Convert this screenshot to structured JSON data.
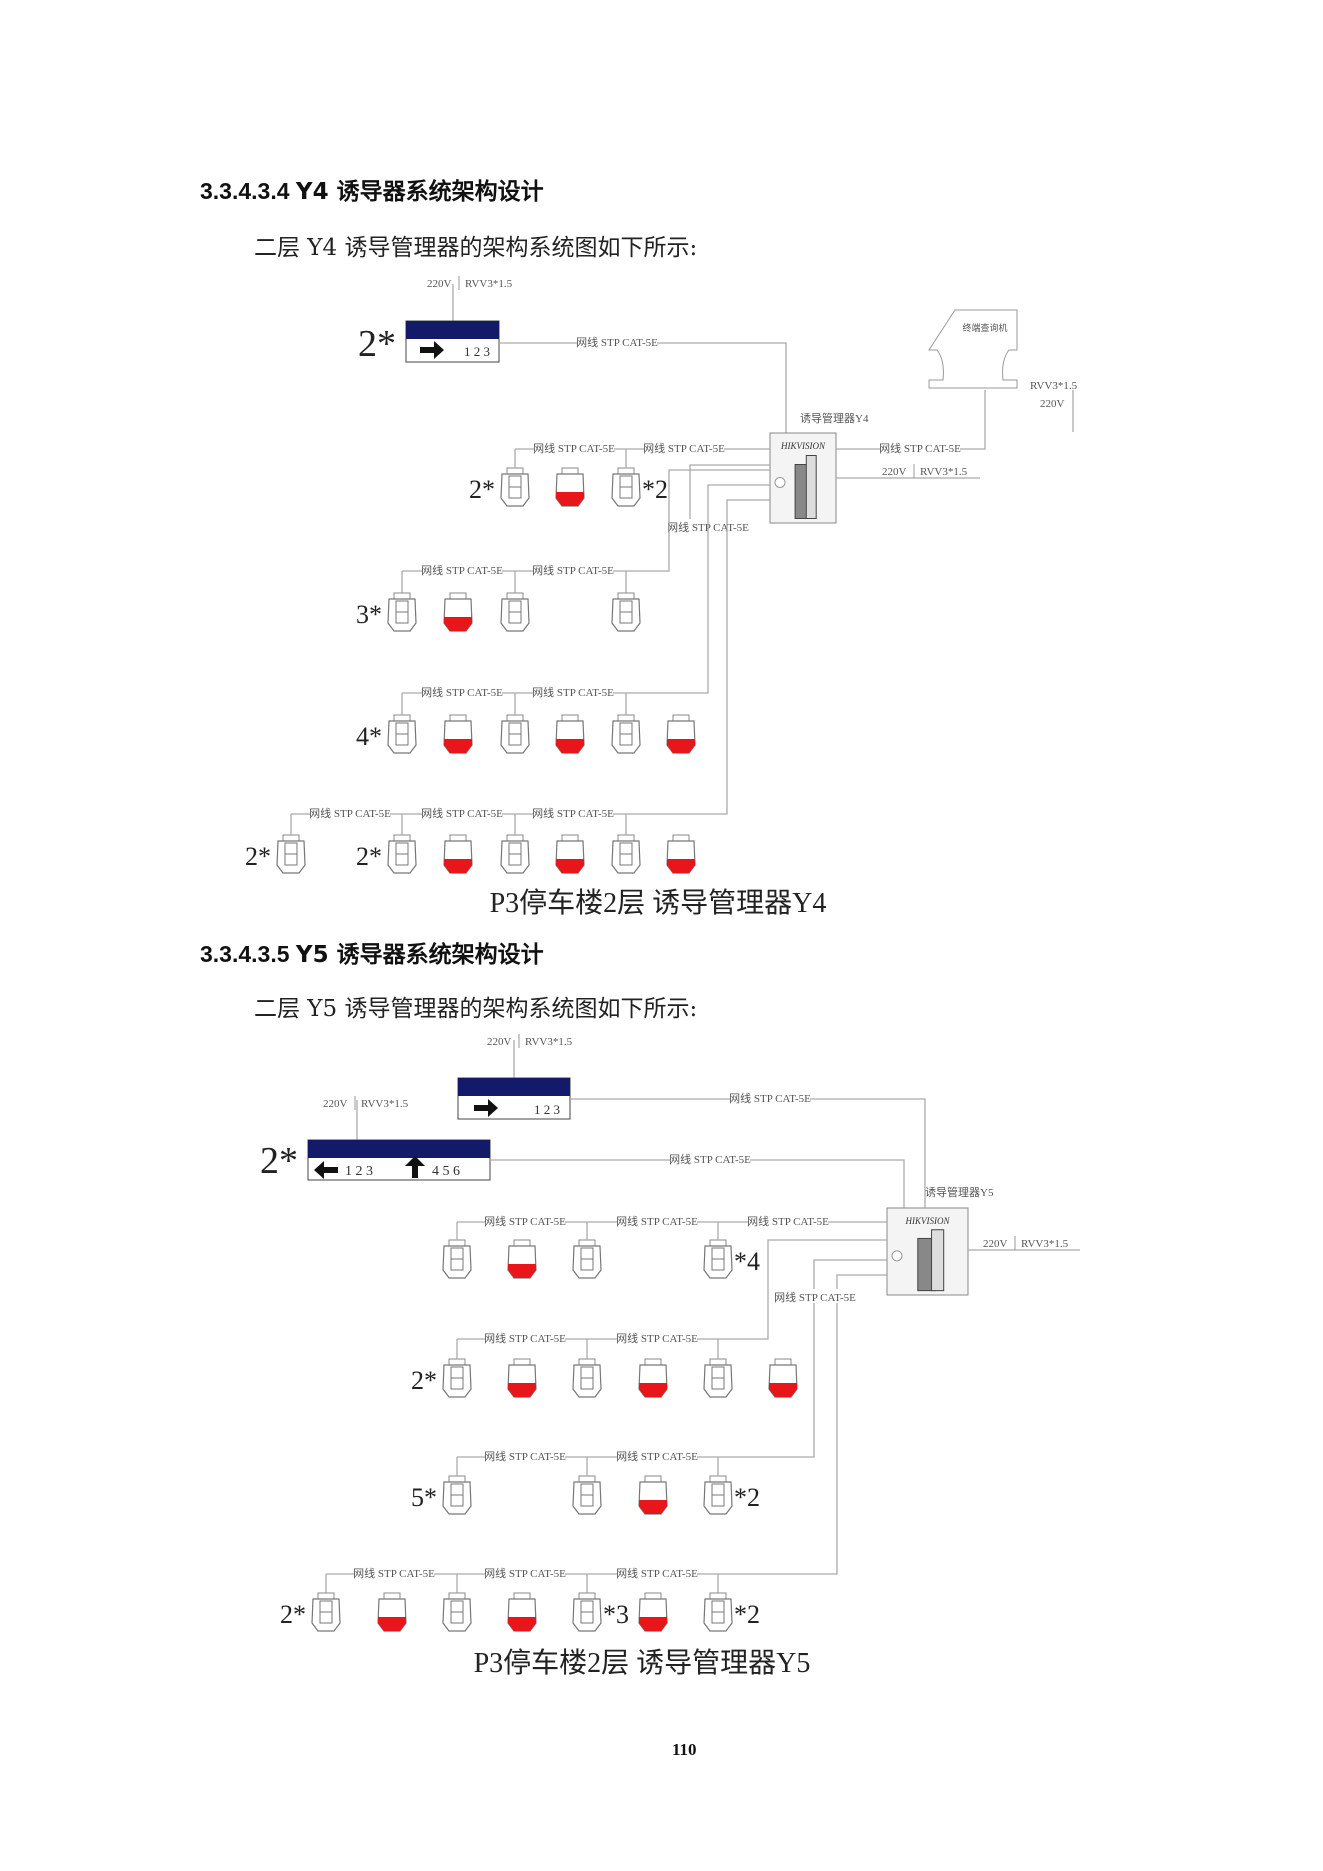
{
  "section1": {
    "number": "3.3.4.3.4",
    "title": "Y4 诱导器系统架构设计",
    "intro": "二层 Y4 诱导管理器的架构系统图如下所示:"
  },
  "section2": {
    "number": "3.3.4.3.5",
    "title": "Y5 诱导器系统架构设计",
    "intro": "二层 Y5 诱导管理器的架构系统图如下所示:"
  },
  "labels": {
    "cable": "网线 STP CAT-5E",
    "power_v": "220V",
    "power_cable": "RVV3*1.5",
    "brand": "HIKVISION",
    "terminal": "终端查询机"
  },
  "diagram1": {
    "controller": "诱导管理器Y4",
    "caption": "P3停车楼2层  诱导管理器Y4",
    "sign": {
      "multiplier": "2*",
      "digits": "1 2 3",
      "arrow": "right"
    },
    "rows": [
      {
        "prefix": "2*",
        "suffix": "*2",
        "items": [
          "sensor",
          "light",
          "sensor"
        ]
      },
      {
        "prefix": "3*",
        "suffix": "",
        "items": [
          "sensor",
          "light",
          "sensor",
          "sensor"
        ]
      },
      {
        "prefix": "4*",
        "suffix": "",
        "items": [
          "sensor",
          "light",
          "sensor",
          "light",
          "sensor",
          "light"
        ]
      },
      {
        "prefix": "2*",
        "prefix2": "2*",
        "suffix": "",
        "items": [
          "sensor",
          "sensor",
          "light",
          "sensor",
          "light",
          "sensor",
          "light"
        ]
      }
    ]
  },
  "diagram2": {
    "controller": "诱导管理器Y5",
    "caption": "P3停车楼2层  诱导管理器Y5",
    "signA": {
      "digits": "1 2 3",
      "arrow": "right"
    },
    "signB": {
      "multiplier": "2*",
      "digits_left": "1 2 3",
      "digits_right": "4 5 6"
    },
    "rows": [
      {
        "prefix": "",
        "suffix": "*4",
        "items": [
          "sensor",
          "light",
          "sensor",
          "sensor"
        ]
      },
      {
        "prefix": "2*",
        "suffix": "",
        "items": [
          "sensor",
          "light",
          "sensor",
          "light",
          "sensor",
          "light"
        ]
      },
      {
        "prefix": "5*",
        "suffix": "*2",
        "items": [
          "sensor",
          "sensor",
          "light",
          "sensor"
        ]
      },
      {
        "prefix": "2*",
        "mid": "*3",
        "suffix": "*2",
        "items": [
          "sensor",
          "light",
          "sensor",
          "light",
          "sensor",
          "light",
          "sensor"
        ]
      }
    ]
  },
  "page_number": "110"
}
